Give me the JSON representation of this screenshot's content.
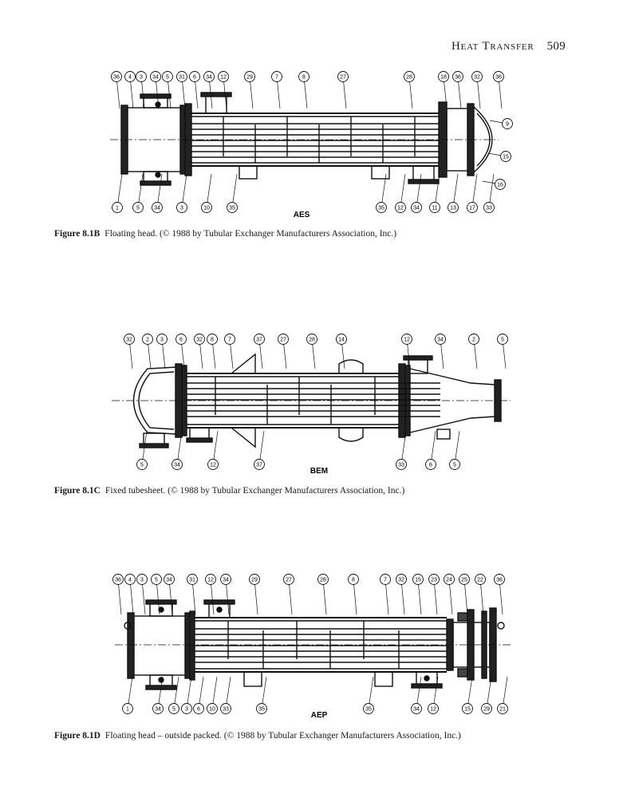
{
  "header": {
    "running_title": "Heat Transfer",
    "page_number": "509"
  },
  "figures": [
    {
      "design_label": "AES",
      "caption_label": "Figure 8.1B",
      "caption_text": "Floating head. (© 1988 by Tubular Exchanger Manufacturers Association, Inc.)",
      "callouts_top": [
        "36",
        "4",
        "3",
        "34",
        "5",
        "31",
        "6",
        "34",
        "12",
        "29",
        "7",
        "8",
        "27",
        "28",
        "18",
        "36",
        "32",
        "36"
      ],
      "callouts_right": [
        "9",
        "15",
        "16"
      ],
      "callouts_bottom": [
        "1",
        "5",
        "34",
        "3",
        "10",
        "35",
        "35",
        "12",
        "34",
        "11",
        "13",
        "17",
        "33"
      ]
    },
    {
      "design_label": "BEM",
      "caption_label": "Figure 8.1C",
      "caption_text": "Fixed tubesheet. (© 1988 by Tubular Exchanger Manufacturers Association, Inc.)",
      "callouts_top": [
        "32",
        "2",
        "3",
        "6",
        "32",
        "8",
        "7",
        "37",
        "27",
        "28",
        "14",
        "12",
        "34",
        "2",
        "5"
      ],
      "callouts_right": [],
      "callouts_bottom": [
        "5",
        "34",
        "12",
        "37",
        "33",
        "6",
        "5"
      ]
    },
    {
      "design_label": "AEP",
      "caption_label": "Figure 8.1D",
      "caption_text": "Floating head – outside packed. (© 1988 by Tubular Exchanger Manufacturers Association, Inc.)",
      "callouts_top": [
        "36",
        "4",
        "3",
        "5",
        "34",
        "31",
        "12",
        "34",
        "29",
        "27",
        "28",
        "8",
        "7",
        "32",
        "15",
        "23",
        "24",
        "25",
        "22",
        "36"
      ],
      "callouts_right": [],
      "callouts_bottom": [
        "1",
        "34",
        "5",
        "3",
        "6",
        "10",
        "33",
        "35",
        "35",
        "34",
        "12",
        "15",
        "29",
        "21"
      ]
    }
  ]
}
